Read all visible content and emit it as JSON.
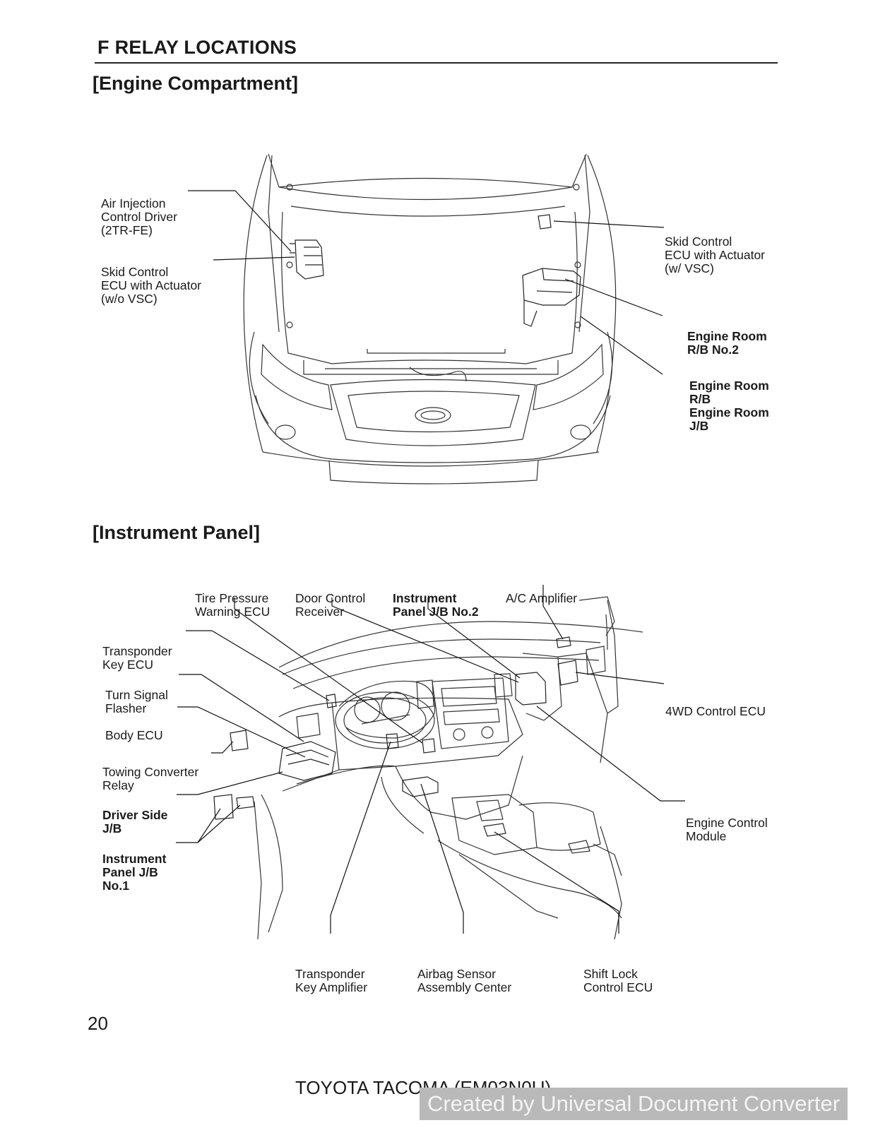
{
  "header": {
    "section_title": "F  RELAY LOCATIONS"
  },
  "engine": {
    "heading": "[Engine Compartment]",
    "labels": {
      "air_injection": [
        "Air Injection",
        "Control Driver",
        "(2TR-FE)"
      ],
      "skid_wo_vsc": [
        "Skid Control",
        "ECU with Actuator",
        "(w/o VSC)"
      ],
      "skid_w_vsc": [
        "Skid Control",
        "ECU with Actuator",
        "(w/ VSC)"
      ],
      "rb_no2": [
        "Engine Room",
        "R/B No.2"
      ],
      "rb_jb": [
        "Engine Room",
        "R/B",
        "Engine Room",
        "J/B"
      ]
    }
  },
  "panel": {
    "heading": "[Instrument Panel]",
    "labels": {
      "tire_pressure": [
        "Tire Pressure",
        "Warning ECU"
      ],
      "door_control": [
        "Door Control",
        "Receiver"
      ],
      "ip_jb_no2": [
        "Instrument",
        "Panel J/B No.2"
      ],
      "ac_amp": [
        "A/C Amplifier"
      ],
      "transponder_ecu": [
        "Transponder",
        "Key ECU"
      ],
      "turn_signal": [
        "Turn Signal",
        "Flasher"
      ],
      "body_ecu": [
        "Body ECU"
      ],
      "towing": [
        "Towing Converter",
        "Relay"
      ],
      "driver_jb": [
        "Driver Side",
        "J/B"
      ],
      "ip_jb_no1": [
        "Instrument",
        "Panel J/B",
        "No.1"
      ],
      "fourwd": [
        "4WD Control ECU"
      ],
      "ecm": [
        "Engine Control",
        "Module"
      ],
      "transponder_amp": [
        "Transponder",
        "Key Amplifier"
      ],
      "airbag": [
        "Airbag Sensor",
        "Assembly Center"
      ],
      "shift_lock": [
        "Shift Lock",
        "Control ECU"
      ]
    }
  },
  "footer": {
    "page_number": "20",
    "model": "TOYOTA TACOMA (EM03N0U)",
    "watermark": "Created by Universal Document Converter"
  }
}
